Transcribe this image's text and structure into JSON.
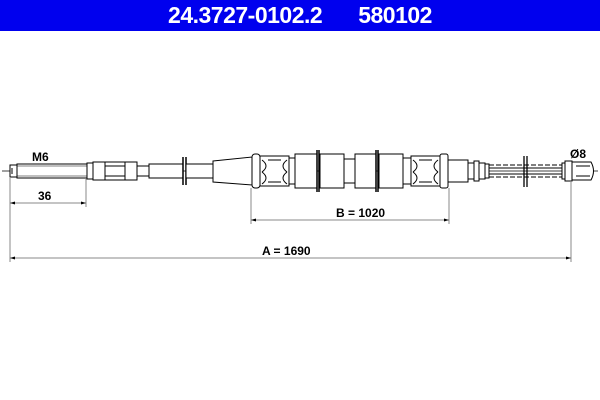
{
  "header": {
    "part_number": "24.3727-0102.2",
    "reference": "580102",
    "background_color": "#0000ee",
    "text_color": "#ffffff"
  },
  "drawing": {
    "labels": {
      "thread": "M6",
      "diameter": "Ø8",
      "thread_length": "36",
      "dimension_b": "B = 1020",
      "dimension_a": "A = 1690"
    },
    "line_color": "#000000",
    "dimension_line_color": "#888888"
  }
}
